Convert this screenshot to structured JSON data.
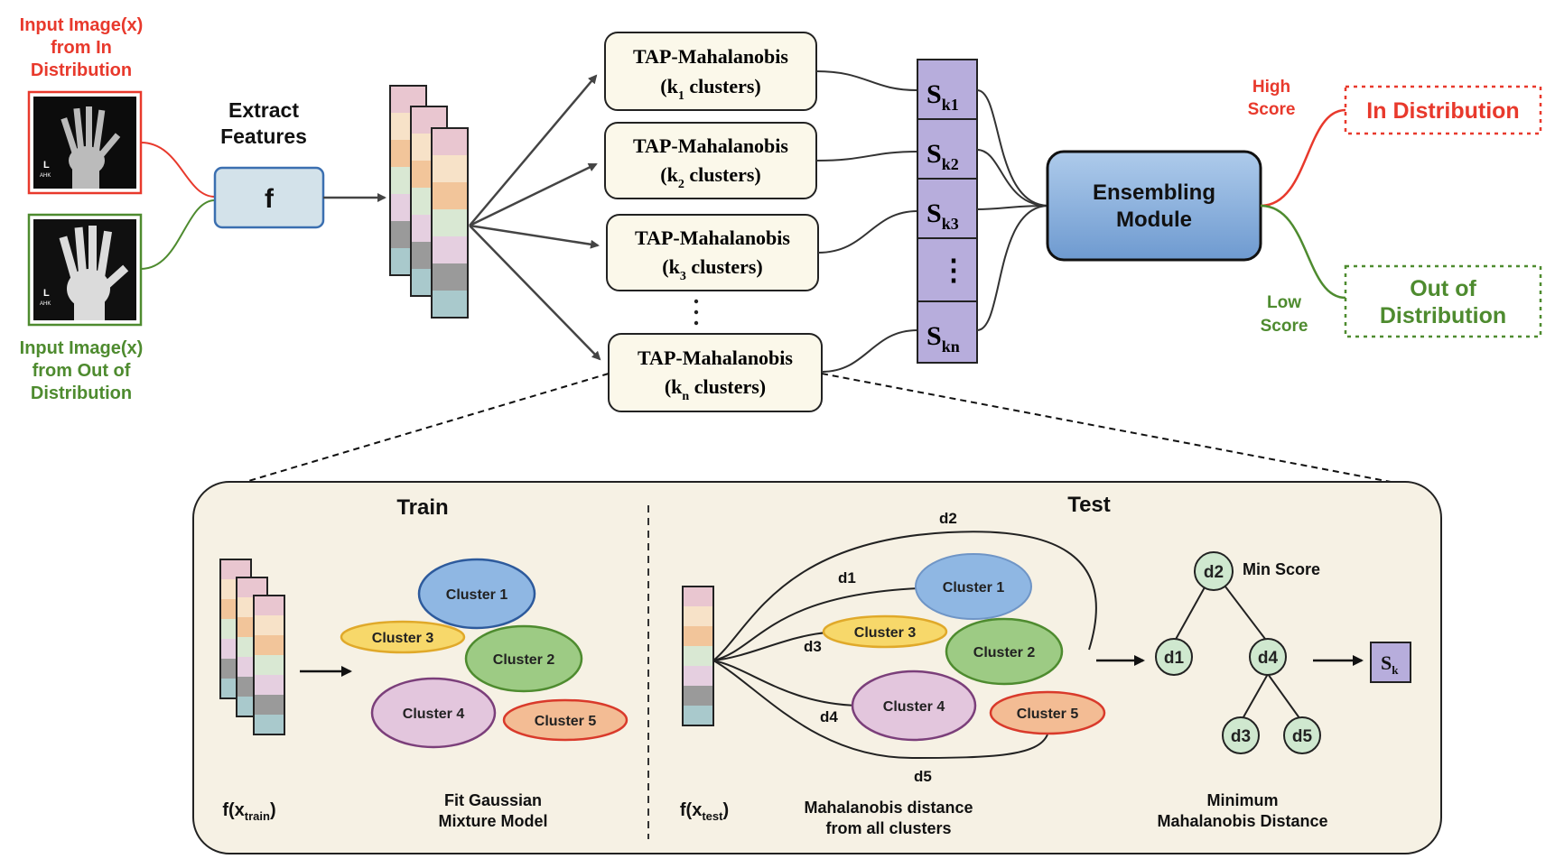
{
  "colors": {
    "in_dist": "#e8392c",
    "out_dist": "#4e8b2f",
    "panel_bg": "#f6f1e4",
    "box_bg": "#fbf8ea",
    "score_fill": "#b7addc",
    "ensemble_fill": "#7da8d7",
    "extractor_fill": "#d3e2ea",
    "extractor_stroke": "#3b6fb0",
    "cluster1": "#8fb7e3",
    "cluster2": "#9dcb84",
    "cluster3": "#f7d86a",
    "cluster4": "#e3c6dd",
    "cluster5": "#f3bc94",
    "node_fill": "#cfe8cf"
  },
  "inputs": {
    "in_label": [
      "Input Image(x)",
      "from In",
      "Distribution"
    ],
    "out_label": [
      "Input Image(x)",
      "from Out of",
      "Distribution"
    ],
    "xray_marker": "L",
    "xray_tag": "AHK"
  },
  "extract": {
    "label": [
      "Extract",
      "Features"
    ],
    "f": "f"
  },
  "tap_boxes": [
    {
      "title": "TAP-Mahalanobis",
      "k": "k",
      "sub": "1",
      "suffix": "clusters)"
    },
    {
      "title": "TAP-Mahalanobis",
      "k": "k",
      "sub": "2",
      "suffix": "clusters)"
    },
    {
      "title": "TAP-Mahalanobis",
      "k": "k",
      "sub": "3",
      "suffix": "clusters)"
    },
    {
      "title": "TAP-Mahalanobis",
      "k": "k",
      "sub": "n",
      "suffix": "clusters)"
    }
  ],
  "scores": [
    {
      "s": "S",
      "sub": "k1"
    },
    {
      "s": "S",
      "sub": "k2"
    },
    {
      "s": "S",
      "sub": "k3"
    },
    {
      "s": "⋮",
      "sub": ""
    },
    {
      "s": "S",
      "sub": "kn"
    }
  ],
  "ensemble": {
    "line1": "Ensembling",
    "line2": "Module"
  },
  "outputs": {
    "high": [
      "High",
      "Score"
    ],
    "low": [
      "Low",
      "Score"
    ],
    "in_dist": "In Distribution",
    "out_dist": [
      "Out of",
      "Distribution"
    ]
  },
  "train": {
    "title": "Train",
    "fx": "f(x",
    "fx_sub": "train",
    "fx_close": ")",
    "caption": [
      "Fit Gaussian",
      "Mixture Model"
    ],
    "clusters": [
      "Cluster 1",
      "Cluster 3",
      "Cluster 2",
      "Cluster 4",
      "Cluster 5"
    ]
  },
  "test": {
    "title": "Test",
    "fx": "f(x",
    "fx_sub": "test",
    "fx_close": ")",
    "caption": [
      "Mahalanobis distance",
      "from all clusters"
    ],
    "clusters": [
      "Cluster 1",
      "Cluster 3",
      "Cluster 2",
      "Cluster 4",
      "Cluster 5"
    ],
    "distances": [
      "d1",
      "d2",
      "d3",
      "d4",
      "d5"
    ]
  },
  "tree": {
    "root": "d2",
    "min_score": "Min Score",
    "nodes": [
      "d1",
      "d4",
      "d3",
      "d5"
    ],
    "caption": [
      "Minimum",
      "Mahalanobis Distance"
    ],
    "out_s": "S",
    "out_sub": "k"
  }
}
